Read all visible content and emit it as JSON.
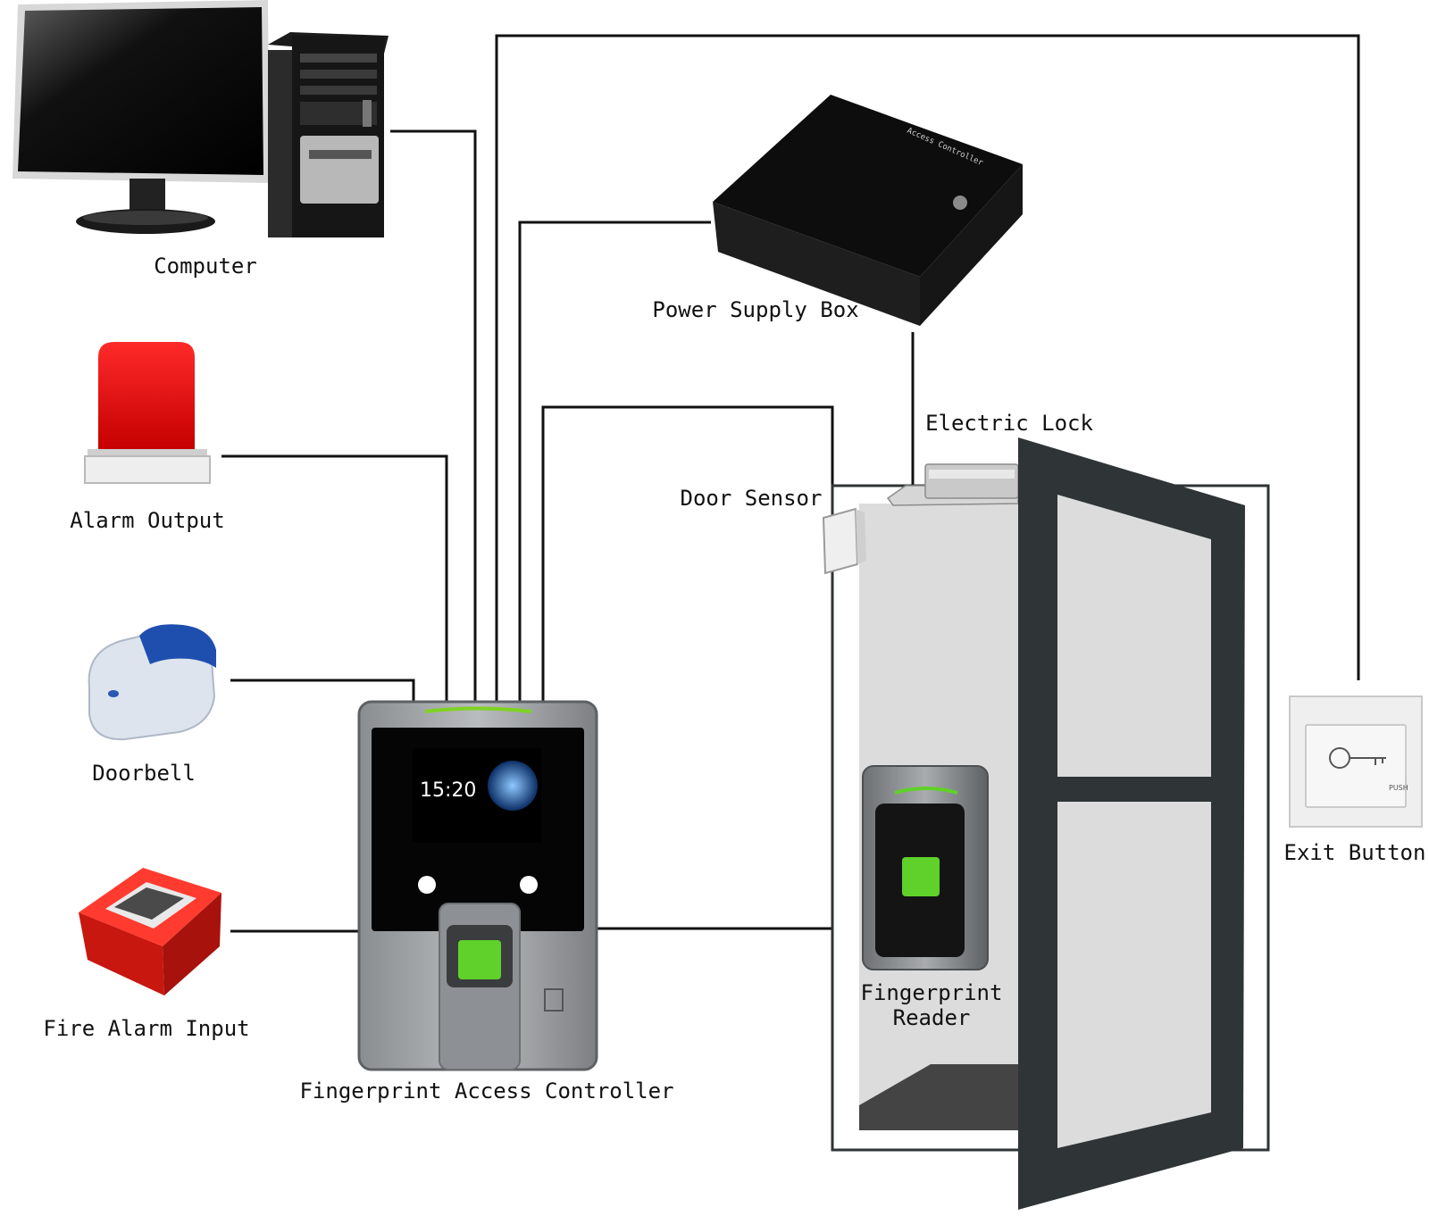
{
  "labels": {
    "computer": "Computer",
    "alarm_output": "Alarm Output",
    "doorbell": "Doorbell",
    "fire_alarm_input": "Fire Alarm Input",
    "controller": "Fingerprint Access Controller",
    "power_supply_box": "Power Supply Box",
    "electric_lock": "Electric Lock",
    "door_sensor": "Door Sensor",
    "fingerprint_reader_line1": "Fingerprint",
    "fingerprint_reader_line2": "Reader",
    "exit_button": "Exit Button"
  },
  "device_text": {
    "controller_time": "15:20",
    "power_box_brand": "Access Controller",
    "exit_push": "PUSH"
  },
  "colors": {
    "wire": "#111111",
    "fingerprint_green": "#5fd12a",
    "alarm_red": "#e8141b",
    "door_frame": "#2f3436"
  }
}
